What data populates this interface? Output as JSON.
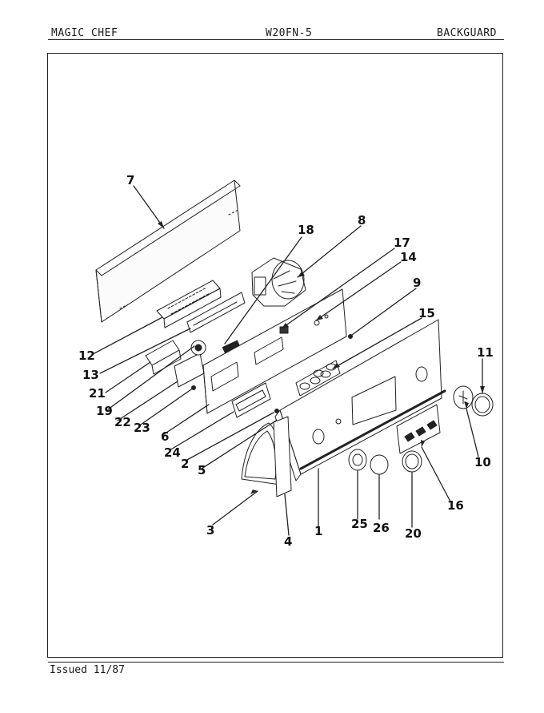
{
  "header": {
    "brand": "MAGIC CHEF",
    "model": "W20FN-5",
    "section": "BACKGUARD"
  },
  "footer": {
    "issued": "Issued 11/87"
  },
  "callouts": [
    {
      "id": "c7",
      "label": "7"
    },
    {
      "id": "c18",
      "label": "18"
    },
    {
      "id": "c8",
      "label": "8"
    },
    {
      "id": "c17",
      "label": "17"
    },
    {
      "id": "c14",
      "label": "14"
    },
    {
      "id": "c9",
      "label": "9"
    },
    {
      "id": "c15",
      "label": "15"
    },
    {
      "id": "c12",
      "label": "12"
    },
    {
      "id": "c13",
      "label": "13"
    },
    {
      "id": "c21",
      "label": "21"
    },
    {
      "id": "c19",
      "label": "19"
    },
    {
      "id": "c22",
      "label": "22"
    },
    {
      "id": "c23",
      "label": "23"
    },
    {
      "id": "c6",
      "label": "6"
    },
    {
      "id": "c24",
      "label": "24"
    },
    {
      "id": "c2",
      "label": "2"
    },
    {
      "id": "c5",
      "label": "5"
    },
    {
      "id": "c3",
      "label": "3"
    },
    {
      "id": "c4",
      "label": "4"
    },
    {
      "id": "c1",
      "label": "1"
    },
    {
      "id": "c25",
      "label": "25"
    },
    {
      "id": "c26",
      "label": "26"
    },
    {
      "id": "c20",
      "label": "20"
    },
    {
      "id": "c16",
      "label": "16"
    },
    {
      "id": "c11",
      "label": "11"
    },
    {
      "id": "c10",
      "label": "10"
    }
  ]
}
